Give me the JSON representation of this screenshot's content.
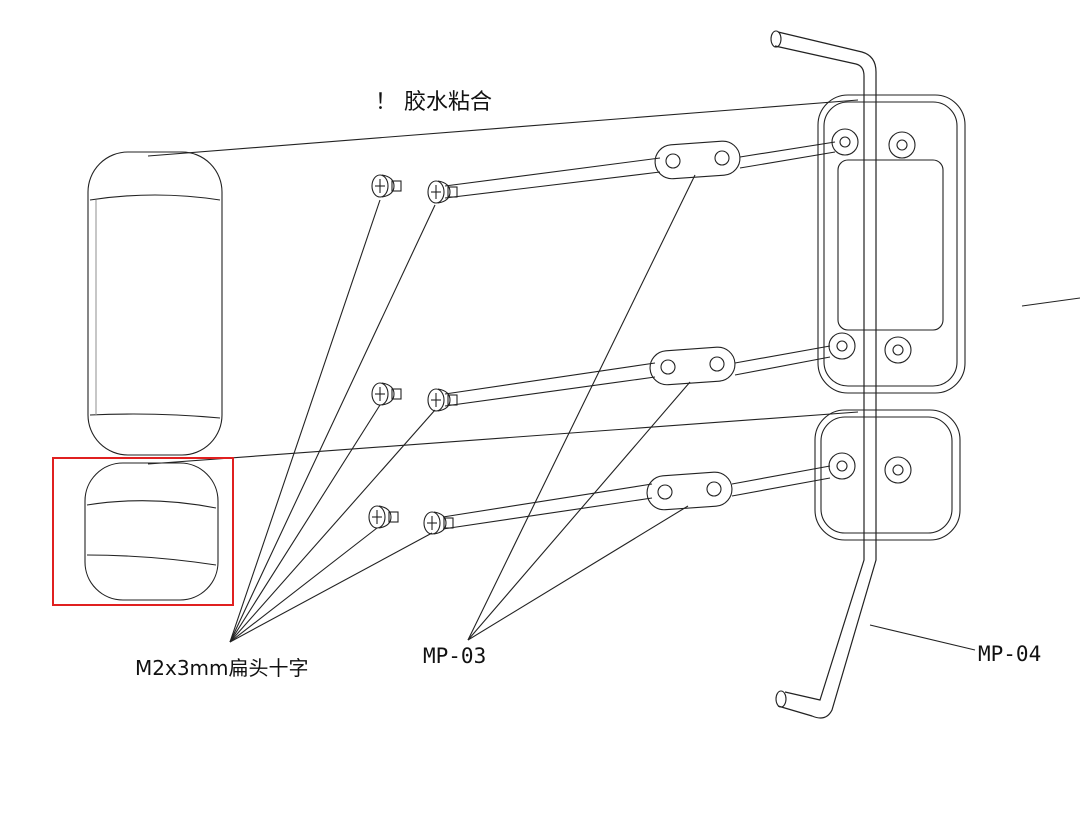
{
  "labels": {
    "glue_note": "！ 胶水粘合",
    "screw": "M2x3mm扁头十字",
    "plate": "MP-03",
    "bracket": "MP-04"
  },
  "colors": {
    "line": "#222222",
    "highlight": "#e02020"
  }
}
